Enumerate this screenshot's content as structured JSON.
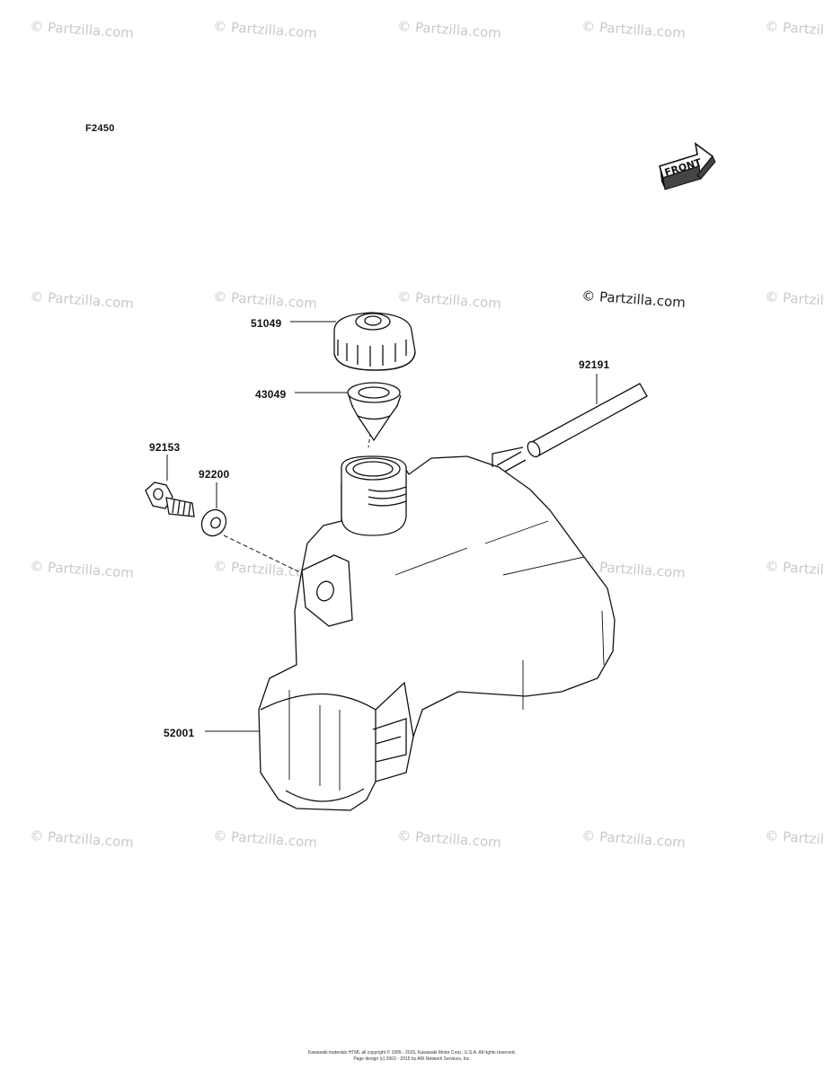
{
  "figure_code": "F2450",
  "front_marker": {
    "label": "FRONT",
    "icon": "front-arrow-icon"
  },
  "watermark": "© Partzilla.com",
  "brand_watermark": "© Partzilla.com",
  "parts": [
    {
      "id": "51049",
      "depicts": "filler cap"
    },
    {
      "id": "43049",
      "depicts": "strainer"
    },
    {
      "id": "92191",
      "depicts": "breather tube"
    },
    {
      "id": "92153",
      "depicts": "bolt"
    },
    {
      "id": "92200",
      "depicts": "washer"
    },
    {
      "id": "52001",
      "depicts": "fuel tank"
    }
  ],
  "footer": {
    "line1": "Kawasaki materials HTML all copyright © 1995 - 2015, Kawasaki Motor Corp., U.S.A. All rights reserved.",
    "line2": "Page design (c) 2002 - 2015 by ARI Network Services, Inc."
  }
}
